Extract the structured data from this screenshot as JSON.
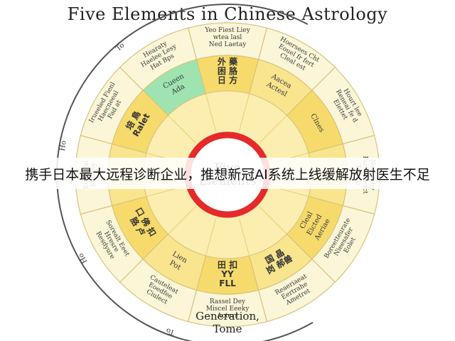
{
  "header": {
    "title": "Five Elements in Chinese Astrology"
  },
  "center": {
    "line1": "Five",
    "line2": "Elements"
  },
  "banner": {
    "text": "携手日本最大远程诊断企业，推想新冠AI系统上线缓解放射医生不足"
  },
  "footer": {
    "caption_line1": "Generation,",
    "caption_line2": "Tome"
  },
  "outer_labels": [
    "To",
    "Ho",
    "Ho",
    "To"
  ],
  "outer_ring": [
    [
      "Yeo Fiest Liey",
      "wtea lasl",
      "Ned Laetay"
    ],
    [
      "Hoersees Cht",
      "Eouel fr fert",
      "Cleal est"
    ],
    [
      "Hourt lee",
      "Reneai fe d",
      "Elettet"
    ],
    [
      "Neerseliy",
      "Forraserect",
      "Tracte"
    ],
    [
      "Boreetteurate",
      "Nieesafer",
      "Eolet"
    ],
    [
      "Reaeriaeat",
      "Eertrahe",
      "Ametret"
    ],
    [
      "Rassel Dey",
      "Miscel Eeeky",
      "Acterr"
    ],
    [
      "Cauteleat",
      "Eoedfee",
      "Ciulect"
    ],
    [
      "Sorealt Eeet",
      "Hresre",
      "Resdyure"
    ],
    [
      "Eoeccrai",
      "Feresty"
    ],
    [
      "Irueeled Fienl",
      "Haecneeal",
      "Fad at"
    ],
    [
      "Hearaty",
      "Haelee Lesy",
      "Hat Bps"
    ]
  ],
  "inner_ring": [
    [
      "外 藥",
      "困 胳",
      "日 方"
    ],
    [
      "Aacea",
      "Actesl"
    ],
    [
      "Clnes"
    ],
    [
      ""
    ],
    [
      "Cleal",
      "Eicted",
      "Aeriae"
    ],
    [
      "国 晶",
      "岗 郝兽"
    ],
    [
      "田 扣",
      "YY",
      "FLL"
    ],
    [
      "Lien",
      "Pot"
    ],
    [
      "口 佛 扣",
      "胳 卢"
    ],
    [
      ""
    ],
    [
      "培 鳥",
      "Ralet"
    ],
    [
      "Cueen",
      "Ada"
    ]
  ],
  "colors": {
    "outer_ring": "#fbf6d8",
    "ring_yellow": "#f6db6c",
    "ring_yellow_alt": "#f9e58e",
    "inner_light": "#fbeeb0",
    "highlight": "#9ee3b0",
    "center_ring": "#e52a2a",
    "border": "#d8c37a"
  }
}
